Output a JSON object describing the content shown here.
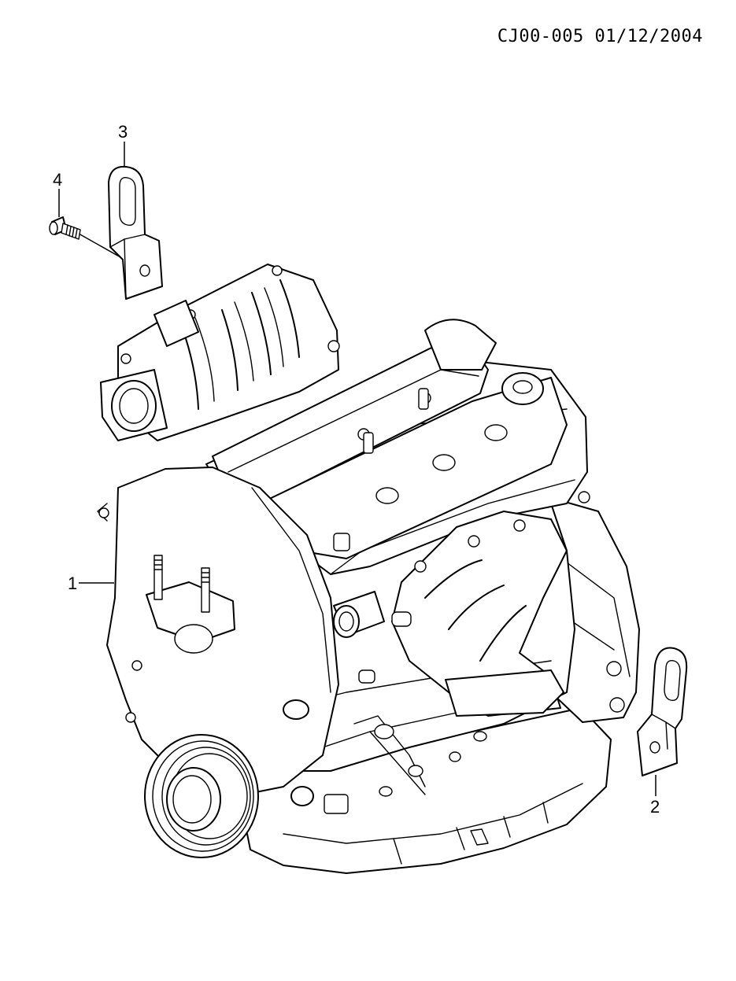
{
  "header": {
    "document_code": "CJ00-005 01/12/2004"
  },
  "callouts": [
    {
      "number": "1",
      "part": "engine-assembly"
    },
    {
      "number": "2",
      "part": "lifting-bracket-rear"
    },
    {
      "number": "3",
      "part": "lifting-bracket-front"
    },
    {
      "number": "4",
      "part": "bolt"
    }
  ]
}
